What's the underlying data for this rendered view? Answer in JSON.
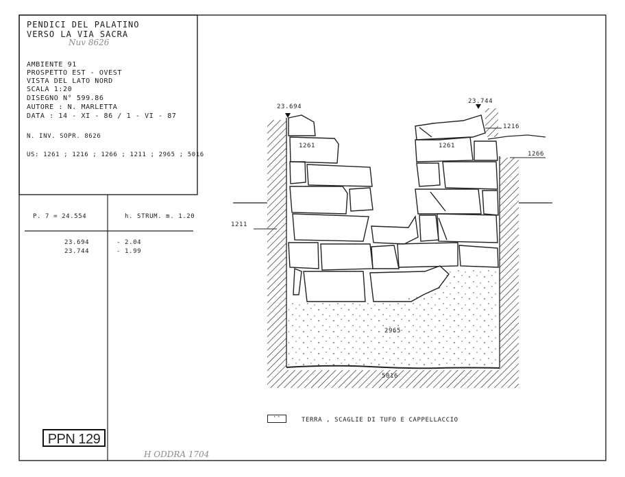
{
  "title_block": {
    "lines": [
      "PENDICI DEL PALATINO",
      "VERSO LA VIA SACRA"
    ],
    "pencil_note": "Nuv 8626",
    "info": [
      "AMBIENTE 91",
      "PROSPETTO EST - OVEST",
      "VISTA DEL LATO NORD",
      "SCALA 1:20",
      "DISEGNO N° 599.86",
      "AUTORE : N. MARLETTA",
      "DATA : 14 - XI - 86 / 1 - VI - 87"
    ],
    "inventory": "N. INV. SOPR. 8626",
    "us_list": "US: 1261 ; 1216 ; 1266 ; 1211 ; 2965 ; 5016"
  },
  "levels_table": {
    "header_left": "P. 7 = 24.554",
    "header_right": "h. STRUM. m. 1.20",
    "rows": [
      {
        "elev": "23.694",
        "diff": "- 2.04"
      },
      {
        "elev": "23.744",
        "diff": "- 1.99"
      }
    ]
  },
  "drawing": {
    "elev_left": "23.694",
    "elev_right": "23.744",
    "labels": {
      "us1216": "1216",
      "us1266": "1266",
      "us1211": "1211",
      "us1261_left": "1261",
      "us1261_right": "1261",
      "us2965": "2965",
      "us5016": "5016"
    }
  },
  "legend": {
    "symbol": "··",
    "text": "TERRA , SCAGLIE DI TUFO E CAPPELLACCIO"
  },
  "stamp": "PPN 129",
  "pencil_bottom": "H ODDRA 1704"
}
